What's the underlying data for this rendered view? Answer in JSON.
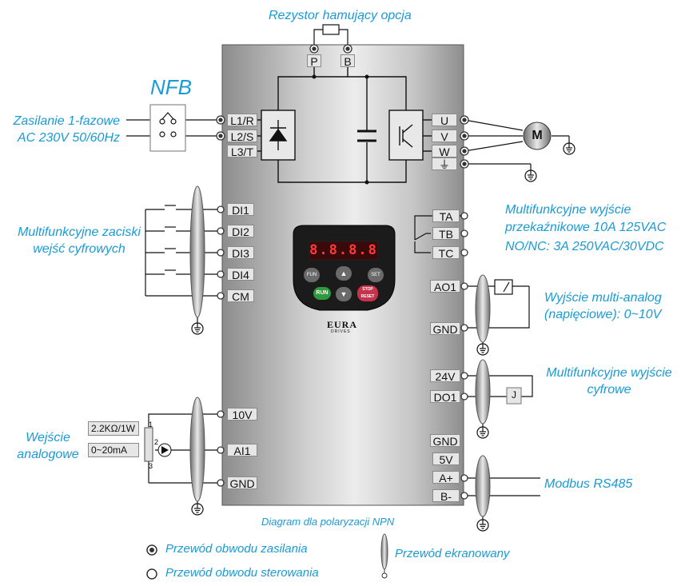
{
  "labels": {
    "braking_resistor": "Rezystor hamujący opcja",
    "nfb": "NFB",
    "power_line1": "Zasilanie 1-fazowe",
    "power_line2": "AC 230V   50/60Hz",
    "digital_inputs_line1": "Multifunkcyjne zaciski",
    "digital_inputs_line2": "wejść cyfrowych",
    "relay_line1": "Multifunkcyjne wyjście",
    "relay_line2": "przekaźnikowe   10A   125VAC",
    "relay_line3": "NO/NC: 3A   250VAC/30VDC",
    "analog_out_line1": "Wyjście multi-analog",
    "analog_out_line2": "(napięciowe): 0~10V",
    "digital_out_line1": "Multifunkcyjne wyjście",
    "digital_out_line2": "cyfrowe",
    "analog_in_line1": "Wejście",
    "analog_in_line2": "analogowe",
    "modbus": "Modbus RS485",
    "diagram_caption": "Diagram dla polaryzacji NPN",
    "legend_power": "Przewód obwodu zasilania",
    "legend_control": "Przewód obwodu sterowania",
    "legend_shielded": "Przewód ekranowany"
  },
  "terminals": {
    "P": "P",
    "B": "B",
    "L1": "L1/R",
    "L2": "L2/S",
    "L3": "L3/T",
    "U": "U",
    "V": "V",
    "W": "W",
    "DI1": "DI1",
    "DI2": "DI2",
    "DI3": "DI3",
    "DI4": "DI4",
    "CM": "CM",
    "TA": "TA",
    "TB": "TB",
    "TC": "TC",
    "AO1": "AO1",
    "GND_AO": "GND",
    "V24": "24V",
    "DO1": "DO1",
    "V10": "10V",
    "AI1": "AI1",
    "GND_AI": "GND",
    "GND_COM": "GND",
    "V5": "5V",
    "A_plus": "A+",
    "B_minus": "B-"
  },
  "components": {
    "pot_rating": "2.2KΩ/1W",
    "current_range": "0~20mA",
    "pot_pin1": "1",
    "pot_pin2": "2",
    "pot_pin3": "3",
    "motor": "M",
    "relay_coil": "J"
  },
  "keypad": {
    "display": "8.8.8.8",
    "brand": "EURA",
    "brand_sub": "DRIVES",
    "key_fun": "FUN",
    "key_set": "SET",
    "key_run": "RUN",
    "key_stop1": "STOP",
    "key_stop2": "RESET"
  },
  "colors": {
    "accent_text": "#1a9ad6",
    "run_key": "#2e9a3c",
    "stop_key": "#c8324a"
  }
}
